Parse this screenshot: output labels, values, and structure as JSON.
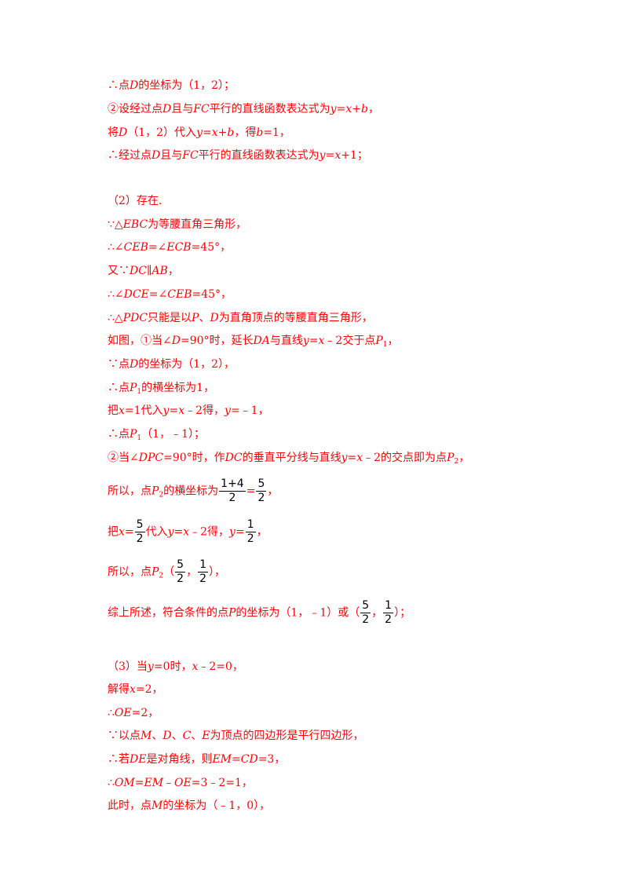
{
  "lines": [
    "∴点D的坐标为（1，2）；",
    "②设经过点D且与FC平行的直线函数表达式为y=x+b，",
    "将D（1，2）代入y=x+b，得b=1，",
    "∴经过点D且与FC平行的直线函数表达式为y=x+1；",
    "（2）存在.",
    "∵△EBC为等腰直角三角形，",
    "∴∠CEB=∠ECB=45°，",
    "又∵DC∥AB，",
    "∴∠DCE=∠CEB=45°，",
    "∴△PDC只能是以P、D为直角顶点的等腰直角三角形，",
    "如图，①当∠D=90°时，延长DA与直线y=x﹣2交于点P1，",
    "∵点D的坐标为（1，2），",
    "∴点P1的横坐标为1，",
    "把x=1代入y=x﹣2得，y=﹣1，",
    "∴点P1（1，﹣1）；",
    "②当∠DPC=90°时，作DC的垂直平分线与直线y=x﹣2的交点即为点P2，",
    "所以，点P2的横坐标为(1+4)/2=5/2，",
    "把x=5/2代入y=x﹣2得，y=1/2，",
    "所以，点P2（5/2，1/2），",
    "综上所述，符合条件的点P的坐标为（1，﹣1）或（5/2，1/2）；",
    "（3）当y=0时，x﹣2=0，",
    "解得x=2，",
    "∴OE=2，",
    "∵以点M、D、C、E为顶点的四边形是平行四边形，",
    "∴若DE是对角线，则EM=CD=3，",
    "∴OM=EM﹣OE=3﹣2=1，",
    "此时，点M的坐标为（﹣1，0），"
  ]
}
